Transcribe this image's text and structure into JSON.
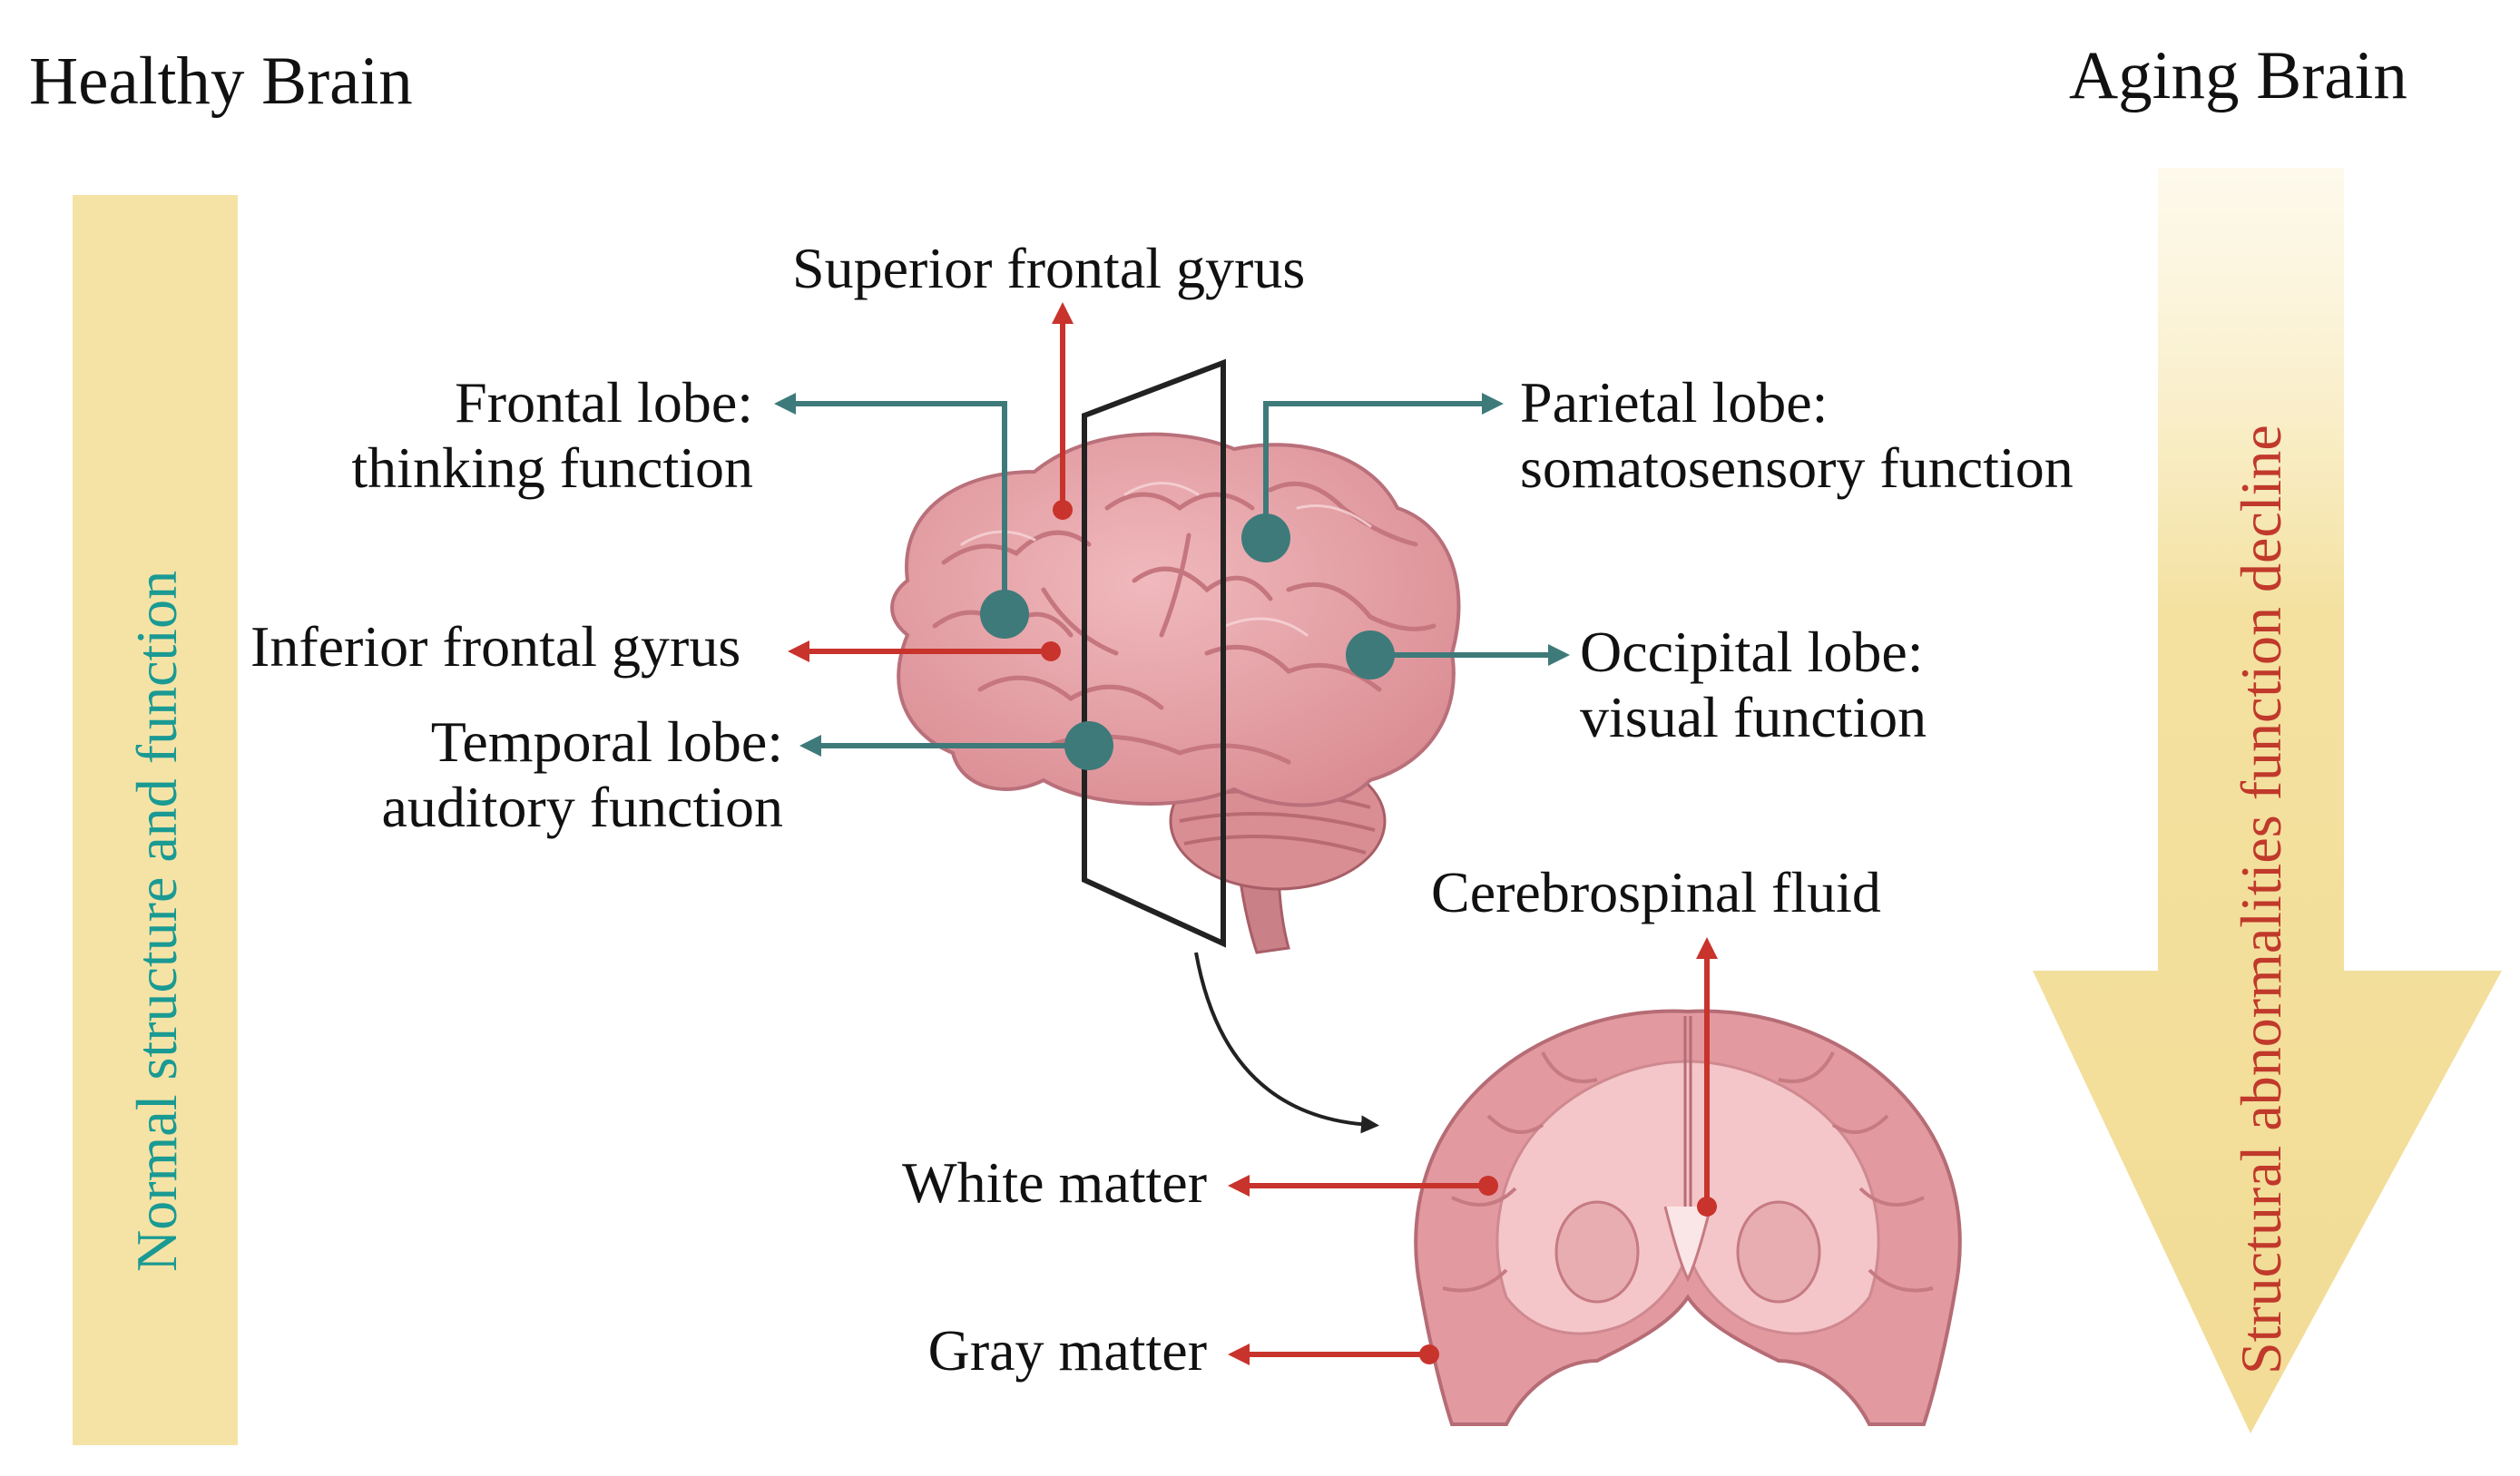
{
  "headers": {
    "left": "Healthy Brain",
    "right": "Aging Brain"
  },
  "side_labels": {
    "left": "Normal structure and function",
    "right": "Structural abnormalities function decline"
  },
  "brain_labels": {
    "superior_frontal": "Superior frontal gyrus",
    "frontal_line1": "Frontal lobe:",
    "frontal_line2": "thinking function",
    "inferior_frontal": "Inferior frontal gyrus",
    "temporal_line1": "Temporal lobe:",
    "temporal_line2": "auditory function",
    "parietal_line1": "Parietal lobe:",
    "parietal_line2": "somatosensory function",
    "occipital_line1": "Occipital lobe:",
    "occipital_line2": "visual function"
  },
  "section_labels": {
    "csf": "Cerebrospinal fluid",
    "white_matter": "White matter",
    "gray_matter": "Gray matter"
  },
  "colors": {
    "teal": "#3e7a7a",
    "red": "#c8332c",
    "left_label": "#1a9a93",
    "right_label": "#c0392b",
    "bar": "#f5e3a6",
    "brain": "#e7a6ab",
    "brain_dark": "#c9797f",
    "brain_light": "#f4c9cc"
  }
}
